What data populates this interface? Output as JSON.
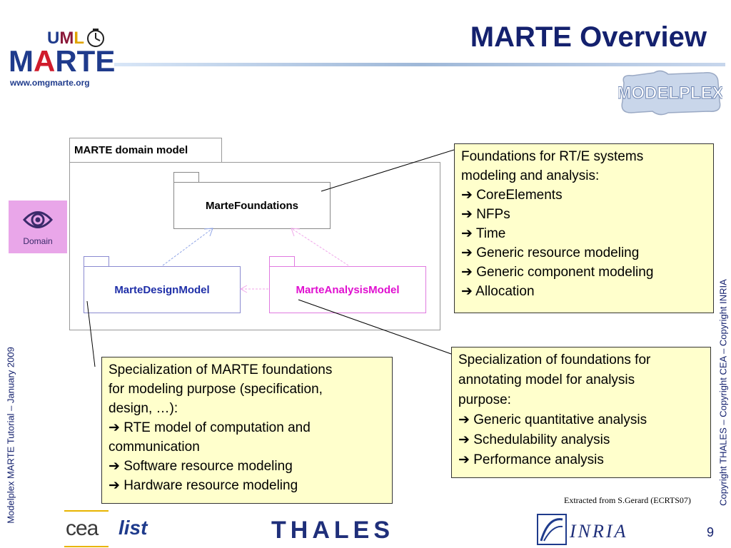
{
  "logo": {
    "uml_u": "U",
    "uml_m": "M",
    "uml_l": "L",
    "marte_m": "M",
    "marte_a": "A",
    "marte_rte": "RTE",
    "url": "www.omgmarte.org"
  },
  "slide": {
    "title": "MARTE Overview",
    "page_number": "9"
  },
  "modelplex_logo": "MODELPLEX",
  "diagram": {
    "domain_label": "MARTE domain model",
    "foundations": "MarteFoundations",
    "design": "MarteDesignModel",
    "analysis": "MarteAnalysisModel",
    "domain_icon_label": "Domain"
  },
  "notes": {
    "foundations": [
      "Foundations for RT/E systems",
      "modeling and analysis:",
      "➔ CoreElements",
      "➔ NFPs",
      "➔ Time",
      "➔ Generic resource modeling",
      "➔ Generic component modeling",
      "➔ Allocation"
    ],
    "analysis": [
      "Specialization of foundations for",
      "annotating model for analysis",
      "purpose:",
      "➔ Generic quantitative analysis",
      "➔ Schedulability analysis",
      "➔ Performance analysis"
    ],
    "design": [
      "Specialization of MARTE foundations",
      "for modeling purpose (specification,",
      "design, …):",
      "➔ RTE model of computation and",
      "communication",
      "➔ Software resource modeling",
      "➔ Hardware resource modeling"
    ]
  },
  "side": {
    "left": "Modelplex MARTE Tutorial – January 2009",
    "right": "Copyright THALES – Copyright CEA – Copyright INRIA"
  },
  "extracted": "Extracted from S.Gerard (ECRTS07)",
  "footer_logos": {
    "cea": "cea",
    "list": "list",
    "thales": "THALES",
    "inria": "INRIA"
  },
  "colors": {
    "title": "#14216e",
    "design_text": "#1f2fa8",
    "analysis_text": "#e010d0",
    "note_bg": "#ffffcc"
  }
}
